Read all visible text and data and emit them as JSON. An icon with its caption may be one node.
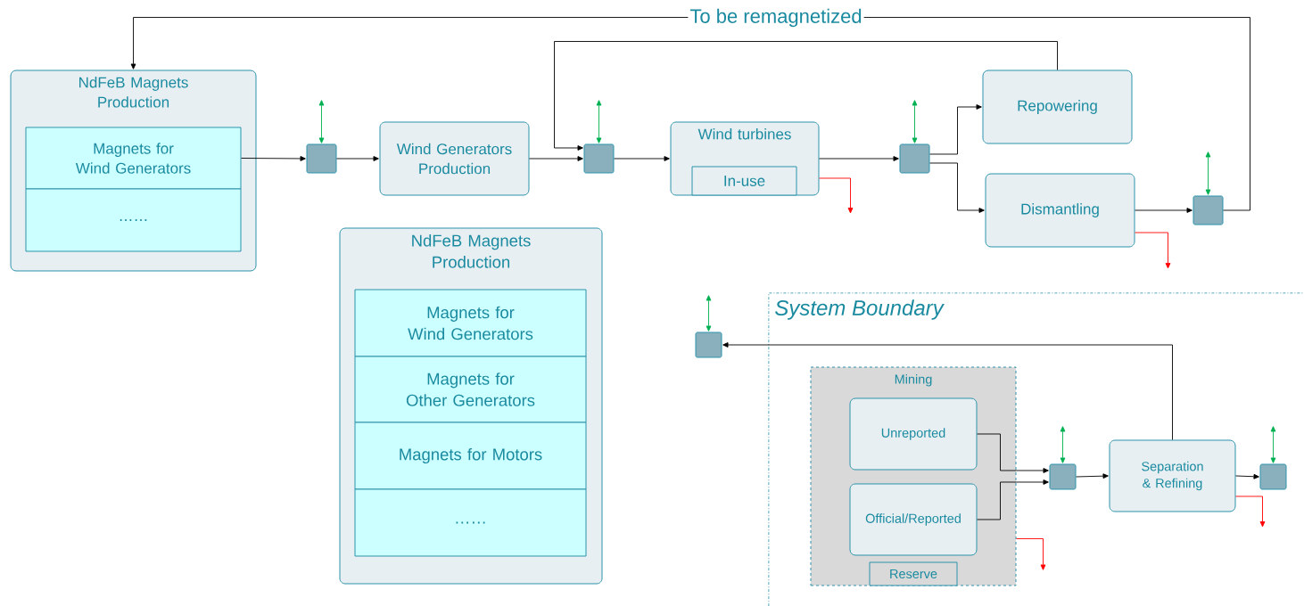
{
  "diagram": {
    "nodes": [
      {
        "text": [
          "NdFeB Magnets Production"
        ]
      },
      {
        "text": [
          "Magnets for Wind Generators"
        ],
        "in": 0
      },
      {
        "text": [
          "……"
        ],
        "in": 0
      },
      {
        "text": [],
        "shape": "box"
      },
      {
        "text": [
          "Wind Generators Production"
        ]
      },
      {
        "text": [],
        "shape": "box"
      },
      {
        "text": [
          "Wind turbines"
        ]
      },
      {
        "text": [
          "In-use"
        ],
        "in": 6
      },
      {
        "text": [],
        "shape": "box"
      },
      {
        "text": [
          "Repowering"
        ]
      },
      {
        "text": [
          "Dismantling"
        ]
      },
      {
        "text": [],
        "shape": "box"
      },
      {
        "text": [
          "NdFeB Magnets Production"
        ]
      },
      {
        "text": [
          "Magnets for Wind Generators"
        ],
        "in": 12
      },
      {
        "text": [
          "Magnets for Other Generators"
        ],
        "in": 12
      },
      {
        "text": [
          "Magnets for Motors"
        ],
        "in": 12
      },
      {
        "text": [
          "……"
        ],
        "in": 12
      },
      {
        "text": [
          "System Boundary"
        ]
      },
      {
        "text": [],
        "shape": "box"
      },
      {
        "text": [
          "Mining"
        ],
        "in": 17
      },
      {
        "text": [
          "Unreported"
        ],
        "in": 19
      },
      {
        "text": [
          "Official/Reported"
        ],
        "in": 19
      },
      {
        "text": [
          "Reserve"
        ],
        "in": 19
      },
      {
        "text": [],
        "shape": "box",
        "in": 17
      },
      {
        "text": [
          "Separation & Refining"
        ],
        "in": 17
      },
      {
        "text": [],
        "shape": "box",
        "in": 17
      }
    ],
    "edges": [
      {
        "from": 1,
        "to": 3,
        "arrow": "to"
      },
      {
        "from": 3,
        "to": 4,
        "arrow": "to"
      },
      {
        "from": 4,
        "to": 5,
        "arrow": "to"
      },
      {
        "from": 9,
        "to": 5,
        "arrow": "to"
      },
      {
        "from": 5,
        "to": 6,
        "arrow": "to"
      },
      {
        "from": 6,
        "to": 8,
        "arrow": "to"
      },
      {
        "from": 8,
        "to": 9,
        "arrow": "to"
      },
      {
        "from": 8,
        "to": 10,
        "arrow": "to"
      },
      {
        "from": 10,
        "to": 11,
        "arrow": "to"
      },
      {
        "from": 11,
        "to": 0,
        "arrow": "to",
        "label": "To be remagnetized"
      },
      {
        "from": 6,
        "to": null,
        "arrow": "to",
        "color": "#ff0000"
      },
      {
        "from": 10,
        "to": null,
        "arrow": "to",
        "color": "#ff0000"
      },
      {
        "from": 19,
        "to": null,
        "arrow": "to",
        "color": "#ff0000"
      },
      {
        "from": 24,
        "to": null,
        "arrow": "to",
        "color": "#ff0000"
      },
      {
        "from": 20,
        "to": 23,
        "arrow": "to"
      },
      {
        "from": 21,
        "to": 23,
        "arrow": "to"
      },
      {
        "from": 23,
        "to": 24,
        "arrow": "to"
      },
      {
        "from": 24,
        "to": 25,
        "arrow": "to"
      },
      {
        "from": 24,
        "to": 18,
        "arrow": "to"
      },
      {
        "from": 3,
        "to": null,
        "arrow": "both",
        "color": "#00b050"
      },
      {
        "from": 5,
        "to": null,
        "arrow": "both",
        "color": "#00b050"
      },
      {
        "from": 8,
        "to": null,
        "arrow": "both",
        "color": "#00b050"
      },
      {
        "from": 11,
        "to": null,
        "arrow": "both",
        "color": "#00b050"
      },
      {
        "from": 18,
        "to": null,
        "arrow": "both",
        "color": "#00b050"
      },
      {
        "from": 23,
        "to": null,
        "arrow": "both",
        "color": "#00b050"
      },
      {
        "from": 25,
        "to": null,
        "arrow": "both",
        "color": "#00b050"
      }
    ]
  }
}
